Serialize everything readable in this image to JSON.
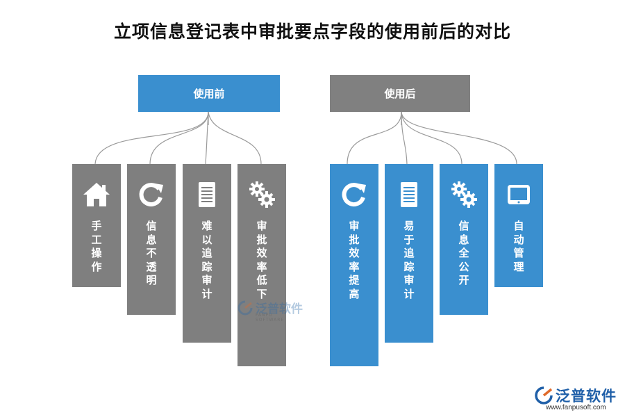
{
  "title": "立项信息登记表中审批要点字段的使用前后的对比",
  "before": {
    "header": "使用前",
    "items": [
      {
        "label": "手工操作",
        "icon": "home-icon"
      },
      {
        "label": "信息不透明",
        "icon": "refresh-icon"
      },
      {
        "label": "难以追踪审计",
        "icon": "document-icon"
      },
      {
        "label": "审批效率低下",
        "icon": "gears-icon"
      }
    ]
  },
  "after": {
    "header": "使用后",
    "items": [
      {
        "label": "审批效率提高",
        "icon": "refresh-icon"
      },
      {
        "label": "易于追踪审计",
        "icon": "document-icon"
      },
      {
        "label": "信息全公开",
        "icon": "gears-icon"
      },
      {
        "label": "自动管理",
        "icon": "tablet-icon"
      }
    ]
  },
  "watermark": {
    "text": "泛普软件",
    "subtext": "FANPU SOFTWARE"
  },
  "logo": {
    "brand": "泛普软件",
    "url": "www.fanpusoft.com"
  },
  "colors": {
    "blue": "#3a8fcf",
    "gray": "#7f7f7f"
  }
}
